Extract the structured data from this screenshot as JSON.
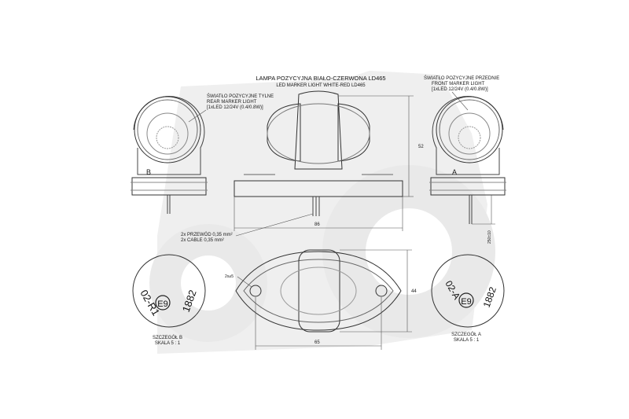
{
  "title": {
    "line1": "LAMPA POZYCYJNA BIAŁO-CZERWONA LD465",
    "line2": "LED MARKER LIGHT WHITE-RED LD465"
  },
  "rear_label": {
    "line1": "ŚWIATŁO POZYCYJNE TYLNE",
    "line2": "REAR MARKER LIGHT",
    "line3": "[1xLED 12/24V (0.4/0.8W)]"
  },
  "front_label": {
    "line1": "ŚWIATŁO POZYCYJNE PRZEDNIE",
    "line2": "FRONT MARKER LIGHT",
    "line3": "[1xLED 12/24V (0.4/0.8W)]"
  },
  "cable_label": {
    "line1": "2x PRZEWÓD 0,35 mm²",
    "line2": "2x CABLE 0,35 mm²"
  },
  "dimensions": {
    "height": "52",
    "width_top": "86",
    "width_bottom": "65",
    "depth": "44",
    "cable_length": "250±10",
    "hole": "2x⌀5"
  },
  "view_marks": {
    "b": "B",
    "a": "A"
  },
  "detail_b": {
    "code": "02-R1",
    "mark": "E9",
    "number": "1882",
    "title": "SZCZEGÓŁ B",
    "scale": "SKALA 5 : 1"
  },
  "detail_a": {
    "code": "02-A",
    "mark": "E9",
    "number": "1882",
    "title": "SZCZEGÓŁ A",
    "scale": "SKALA 5 : 1"
  },
  "colors": {
    "line": "#333333",
    "watermark": "#ececec",
    "dim": "#555555"
  }
}
